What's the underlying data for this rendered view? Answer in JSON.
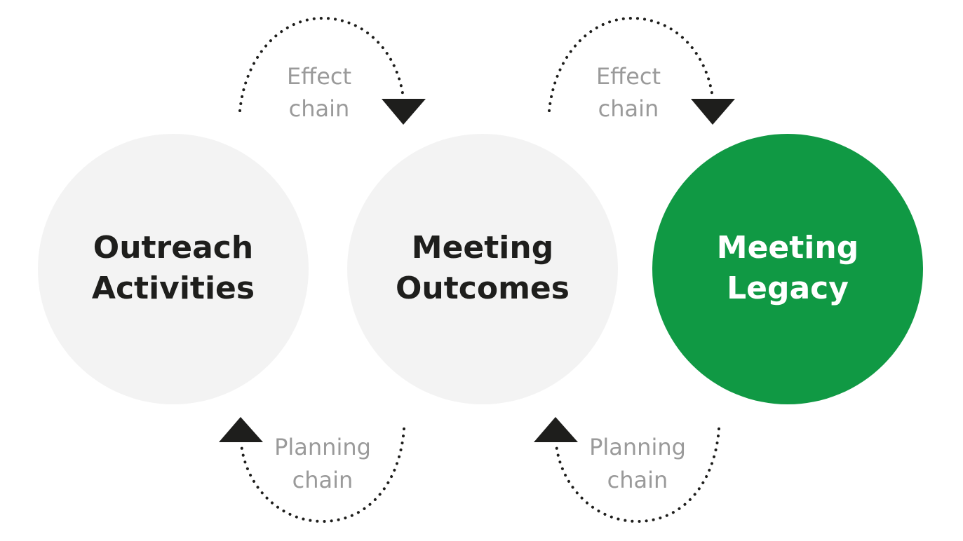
{
  "nodes": [
    {
      "id": "outreach-activities",
      "lines": [
        "Outreach",
        "Activities"
      ],
      "fill": "#f3f3f3",
      "text_color": "#1e1e1c"
    },
    {
      "id": "meeting-outcomes",
      "lines": [
        "Meeting",
        "Outcomes"
      ],
      "fill": "#f3f3f3",
      "text_color": "#1e1e1c"
    },
    {
      "id": "meeting-legacy",
      "lines": [
        "Meeting",
        "Legacy"
      ],
      "fill": "#109944",
      "text_color": "#ffffff"
    }
  ],
  "connectors": [
    {
      "id": "effect-chain-1",
      "lines": [
        "Effect",
        "chain"
      ],
      "direction": "forward",
      "from": "outreach-activities",
      "to": "meeting-outcomes"
    },
    {
      "id": "effect-chain-2",
      "lines": [
        "Effect",
        "chain"
      ],
      "direction": "forward",
      "from": "meeting-outcomes",
      "to": "meeting-legacy"
    },
    {
      "id": "planning-chain-1",
      "lines": [
        "Planning",
        "chain"
      ],
      "direction": "backward",
      "from": "meeting-outcomes",
      "to": "outreach-activities"
    },
    {
      "id": "planning-chain-2",
      "lines": [
        "Planning",
        "chain"
      ],
      "direction": "backward",
      "from": "meeting-legacy",
      "to": "meeting-outcomes"
    }
  ],
  "colors": {
    "neutral_circle": "#f3f3f3",
    "accent_circle": "#109944",
    "dark": "#1e1e1c",
    "chain_text": "#9a9a9a"
  }
}
